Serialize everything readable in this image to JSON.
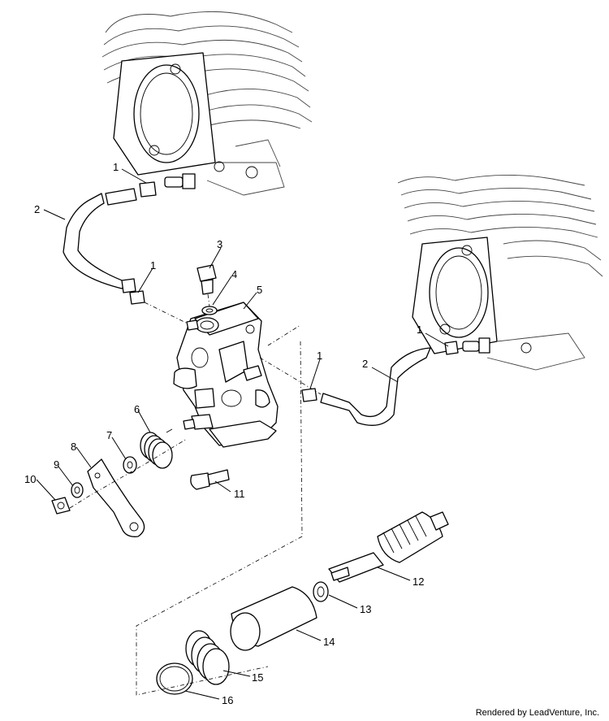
{
  "callouts": [
    {
      "id": "1a",
      "label": "1"
    },
    {
      "id": "2a",
      "label": "2"
    },
    {
      "id": "1b",
      "label": "1"
    },
    {
      "id": "3",
      "label": "3"
    },
    {
      "id": "4",
      "label": "4"
    },
    {
      "id": "5",
      "label": "5"
    },
    {
      "id": "1c",
      "label": "1"
    },
    {
      "id": "2b",
      "label": "2"
    },
    {
      "id": "1d",
      "label": "1"
    },
    {
      "id": "6",
      "label": "6"
    },
    {
      "id": "7",
      "label": "7"
    },
    {
      "id": "8",
      "label": "8"
    },
    {
      "id": "9",
      "label": "9"
    },
    {
      "id": "10",
      "label": "10"
    },
    {
      "id": "11",
      "label": "11"
    },
    {
      "id": "12",
      "label": "12"
    },
    {
      "id": "13",
      "label": "13"
    },
    {
      "id": "14",
      "label": "14"
    },
    {
      "id": "15",
      "label": "15"
    },
    {
      "id": "16",
      "label": "16"
    }
  ],
  "footer": {
    "credit": "Rendered by LeadVenture, Inc."
  }
}
